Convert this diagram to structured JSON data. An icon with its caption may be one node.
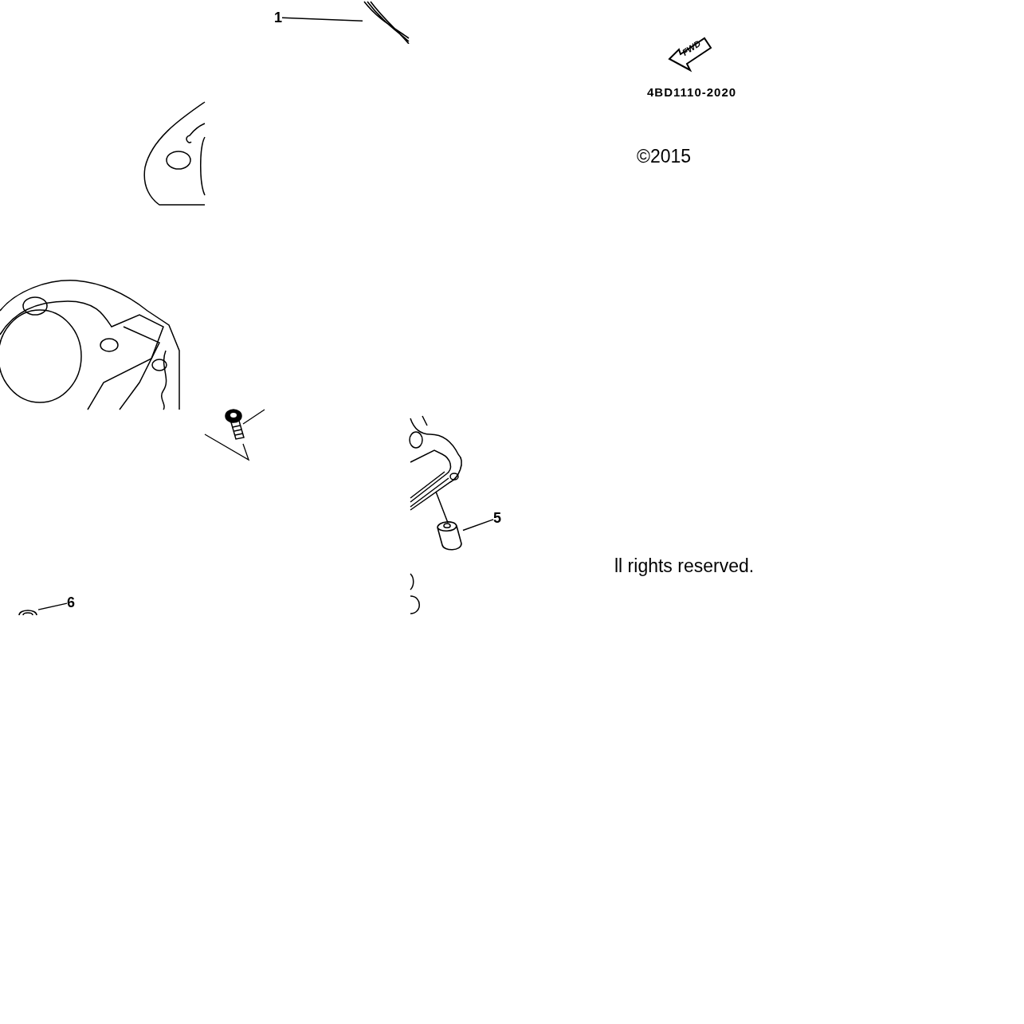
{
  "diagram": {
    "nodes": [
      {
        "text": [
          "1"
        ]
      },
      {
        "text": [],
        "shape": "picture"
      },
      {
        "text": [
          "5"
        ]
      },
      {
        "text": [],
        "shape": "picture"
      },
      {
        "text": [
          "6"
        ]
      },
      {
        "text": [],
        "shape": "picture"
      }
    ],
    "edges": [
      {
        "from": 0,
        "to": 1,
        "arrow": "none"
      },
      {
        "from": 2,
        "to": 3,
        "arrow": "none"
      },
      {
        "from": 4,
        "to": 5,
        "arrow": "none"
      }
    ],
    "labels": [
      "FWD",
      "4BD1110-2020",
      "©2015",
      "ll rights reserved."
    ]
  }
}
